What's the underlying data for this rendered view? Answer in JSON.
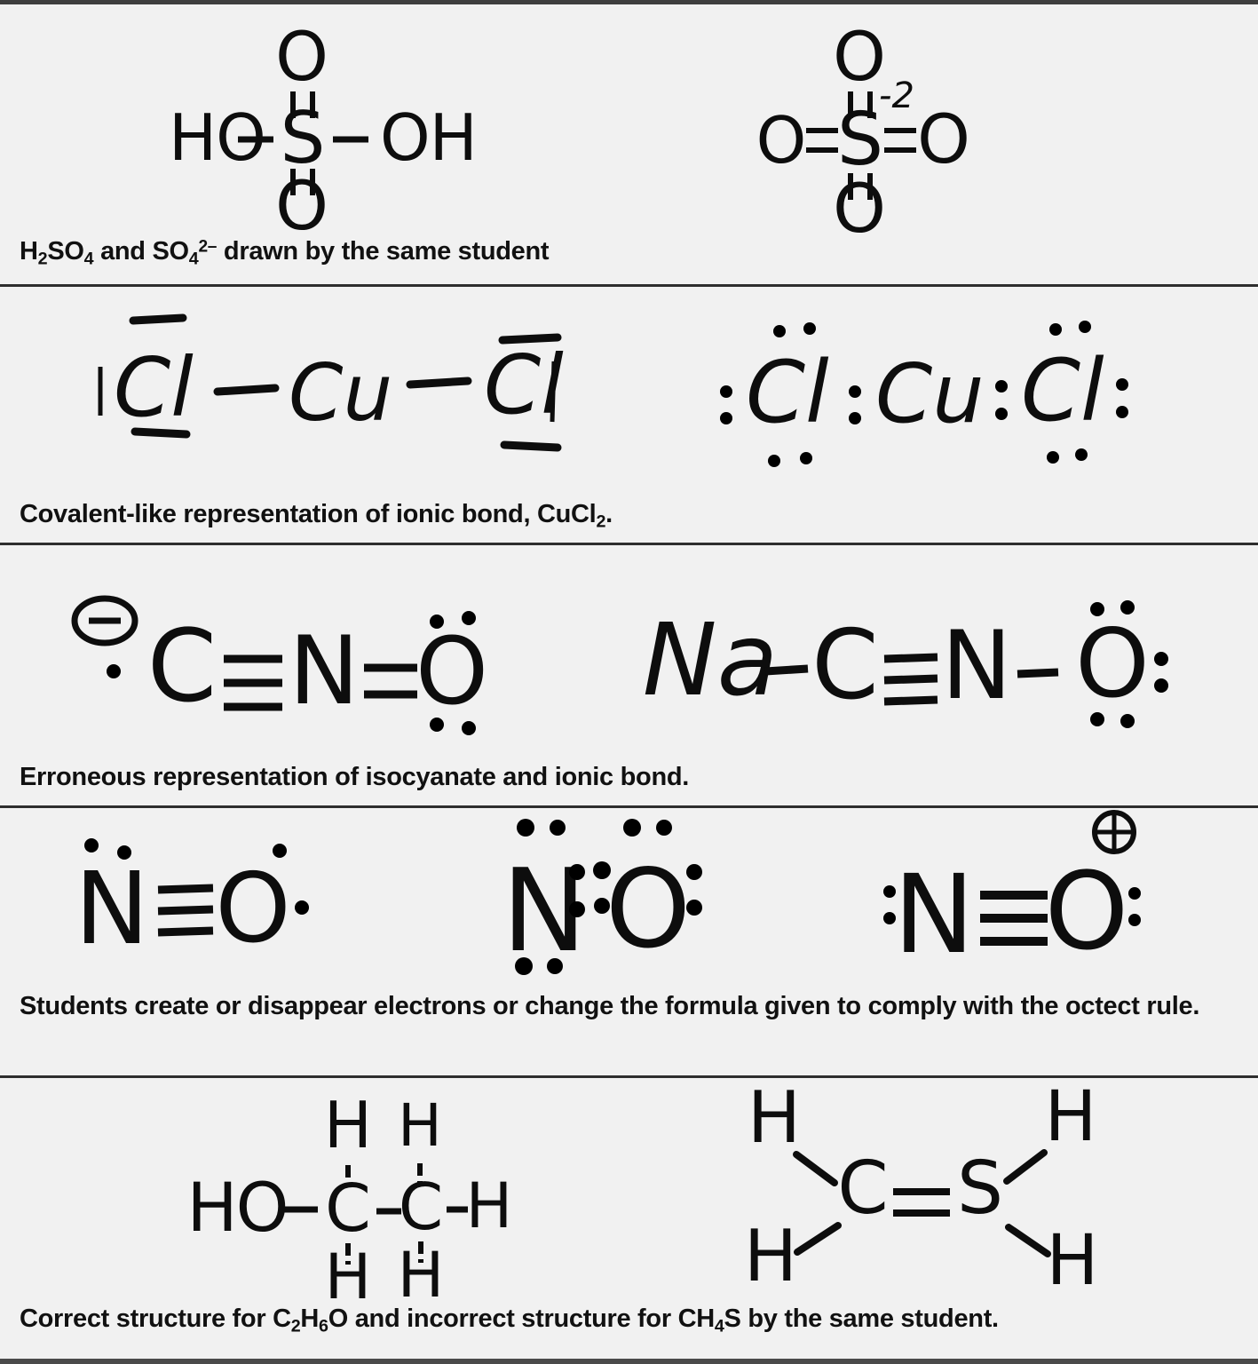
{
  "figure": {
    "title": "Hand-drawn student Lewis structures with error captions",
    "background_color": "#f1f1f1",
    "ink_color": "#0d0d0d",
    "border_color": "#2e2e2e",
    "rows": [
      {
        "id": "row-sulfuric",
        "caption_parts": {
          "a": "H",
          "a_sub": "2",
          "b": "SO",
          "b_sub": "4",
          "c": " and SO",
          "c_sub": "4",
          "c_sup": "2–",
          "d": " drawn by the same student"
        },
        "caption_plain": "H2SO4 and SO42– drawn by the same student",
        "structures": [
          {
            "name": "h2so4-structure",
            "center": "S",
            "top_atom": "O",
            "top_bond": "double",
            "bottom_atom": "O",
            "bottom_bond": "double",
            "left_group": "HO",
            "left_bond": "single",
            "right_group": "OH",
            "right_bond": "single",
            "charge": ""
          },
          {
            "name": "sulfate-structure",
            "center": "S",
            "top_atom": "O",
            "top_bond": "double",
            "bottom_atom": "O",
            "bottom_bond": "double",
            "left_group": "O",
            "left_bond": "double",
            "right_group": "O",
            "right_bond": "double",
            "charge": "-2"
          }
        ]
      },
      {
        "id": "row-cucl2",
        "caption_parts": {
          "a": "Covalent-like representation of ionic bond, CuCl",
          "a_sub": "2",
          "d": "."
        },
        "caption_plain": "Covalent-like representation of ionic bond, CuCl2.",
        "structures": [
          {
            "name": "cucl2-dash-structure",
            "text": "|Cl–Cu–Cl|",
            "atoms": [
              "Cl",
              "Cu",
              "Cl"
            ],
            "bond": "–",
            "lone_pair_style": "dashes"
          },
          {
            "name": "cucl2-dot-structure",
            "text": ":Cl: Cu :Cl:",
            "atoms": [
              "Cl",
              "Cu",
              "Cl"
            ],
            "lone_pair_style": "dots"
          }
        ]
      },
      {
        "id": "row-isocyanate",
        "caption_parts": {
          "a": "Erroneous representation of isocyanate and ionic bond."
        },
        "caption_plain": "Erroneous representation of isocyanate and ionic bond.",
        "structures": [
          {
            "name": "cyanate-anion-structure",
            "text": "⊖ ·C≡N=O",
            "charge_symbol": "⊖",
            "atoms": [
              "C",
              "N",
              "O"
            ],
            "bonds": [
              "≡",
              "="
            ]
          },
          {
            "name": "sodium-isocyanate-structure",
            "text": "Na–C≡N–O:",
            "atoms": [
              "Na",
              "C",
              "N",
              "O"
            ],
            "bonds": [
              "–",
              "≡",
              "–"
            ]
          }
        ]
      },
      {
        "id": "row-octet",
        "caption_parts": {
          "a": "Students create or disappear electrons or change the formula given to comply with the octect rule."
        },
        "caption_plain": "Students create or disappear electrons or change the formula given to comply with the octect rule.",
        "structures": [
          {
            "name": "no-triple-bond-structure",
            "text": "·N̈≡O·",
            "atoms": [
              "N",
              "O"
            ],
            "bond": "≡"
          },
          {
            "name": "no-all-dots-structure",
            "text": "N̈::Ö:",
            "atoms": [
              "N",
              "O"
            ],
            "bond": "::"
          },
          {
            "name": "no-cation-structure",
            "text": ":N≡O: ⊕",
            "atoms": [
              "N",
              "O"
            ],
            "bond": "≡",
            "charge_symbol": "⊕"
          }
        ]
      },
      {
        "id": "row-ethanol-ch4s",
        "caption_parts": {
          "a": "Correct structure for C",
          "a_sub": "2",
          "b": "H",
          "b_sub": "6",
          "c": "O and incorrect structure for CH",
          "c_sub": "4",
          "d": "S by the same student."
        },
        "caption_plain": "Correct structure for C2H6O and incorrect structure for CH4S by the same student.",
        "structures": [
          {
            "name": "ethanol-structure",
            "backbone": [
              "HO",
              "C",
              "C",
              "H"
            ],
            "top_substituents": [
              "H",
              "H"
            ],
            "bottom_substituents": [
              "H",
              "H"
            ],
            "bonds": [
              "–",
              "–",
              "–"
            ]
          },
          {
            "name": "ch4s-structure",
            "backbone": [
              "C",
              "S"
            ],
            "bond": "=",
            "left_substituents": [
              "H",
              "H"
            ],
            "right_substituents": [
              "H",
              "H"
            ]
          }
        ]
      }
    ]
  }
}
